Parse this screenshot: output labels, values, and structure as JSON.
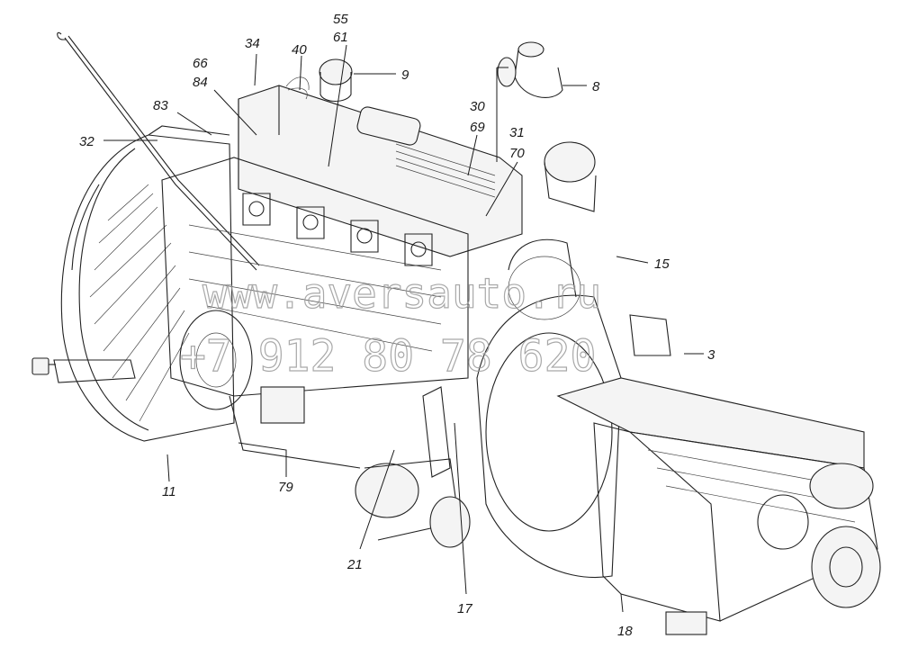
{
  "diagram": {
    "watermark_line1": "www.aversauto.ru",
    "watermark_line2": "+7 912 80 78 620",
    "callouts": {
      "c55": "55",
      "c61": "61",
      "c34": "34",
      "c40": "40",
      "c9": "9",
      "c66": "66",
      "c84": "84",
      "c8": "8",
      "c83": "83",
      "c30": "30",
      "c69": "69",
      "c31": "31",
      "c70": "70",
      "c32": "32",
      "c15": "15",
      "c3": "3",
      "c11": "11",
      "c79": "79",
      "c21": "21",
      "c17": "17",
      "c18": "18"
    }
  }
}
